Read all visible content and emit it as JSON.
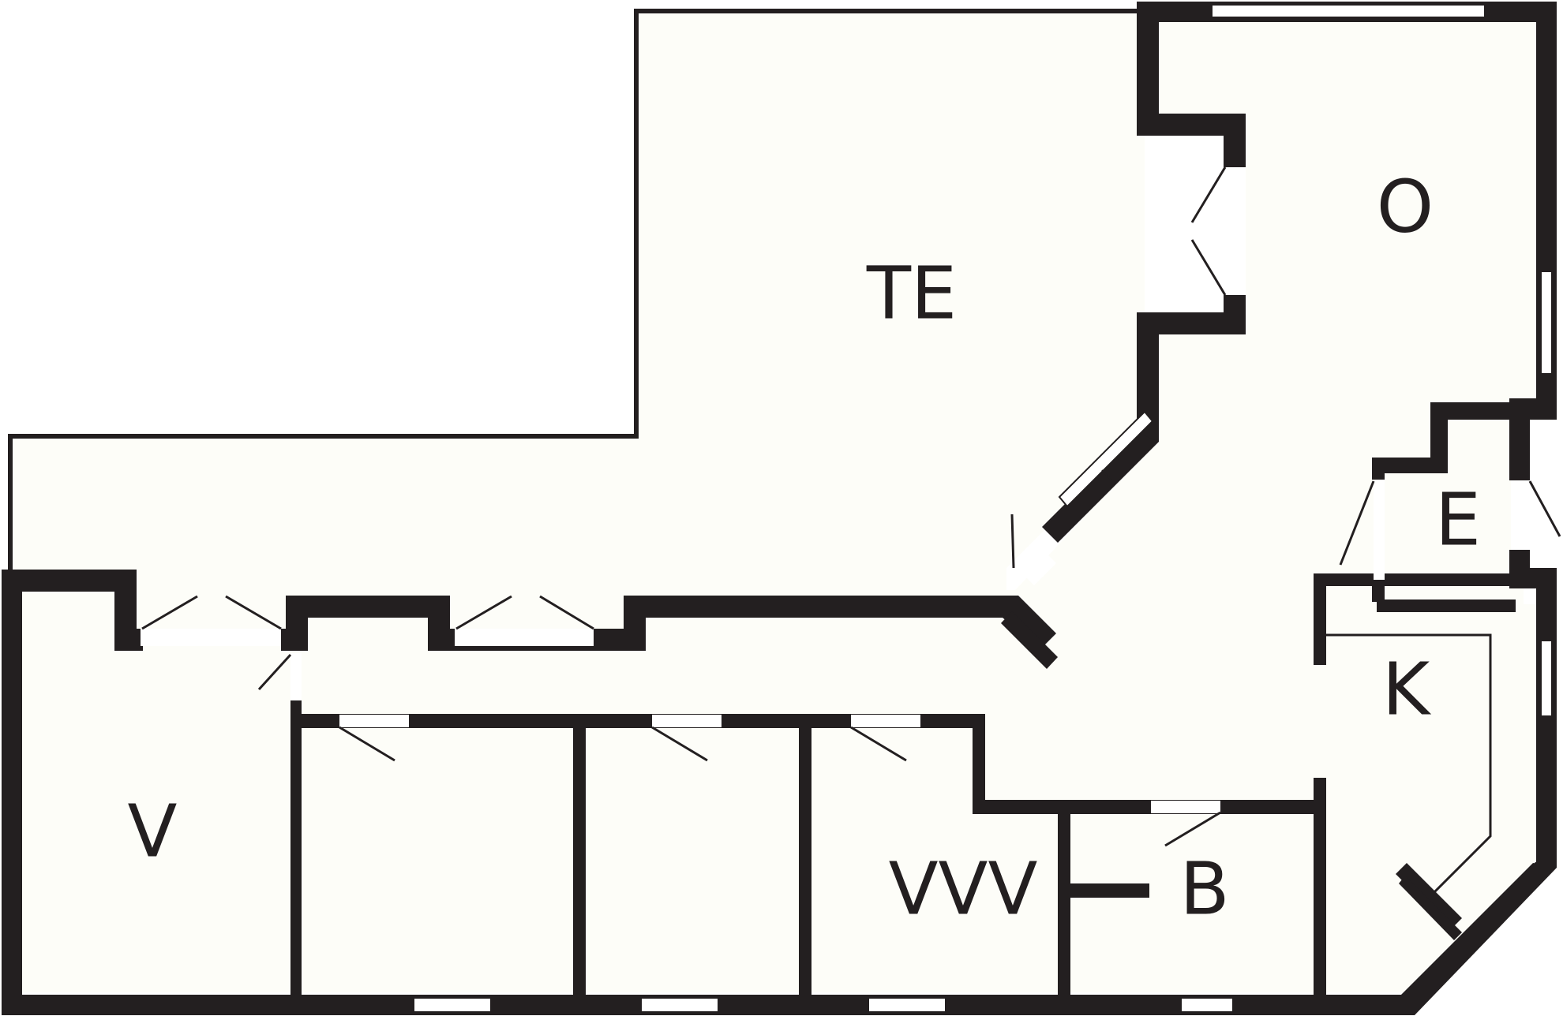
{
  "plan": {
    "colors": {
      "floor": "#fdfdf8",
      "wall": "#231f20",
      "opening": "#ffffff",
      "terrace_line": "#231f20"
    },
    "rooms": [
      {
        "id": "terrace",
        "label": "TE"
      },
      {
        "id": "living",
        "label": "O"
      },
      {
        "id": "hall",
        "label": "E"
      },
      {
        "id": "kitchen",
        "label": "K"
      },
      {
        "id": "bedroom",
        "label": "V"
      },
      {
        "id": "bathroom",
        "label": "B"
      },
      {
        "id": "wardrobe",
        "label": "VVV"
      }
    ]
  }
}
